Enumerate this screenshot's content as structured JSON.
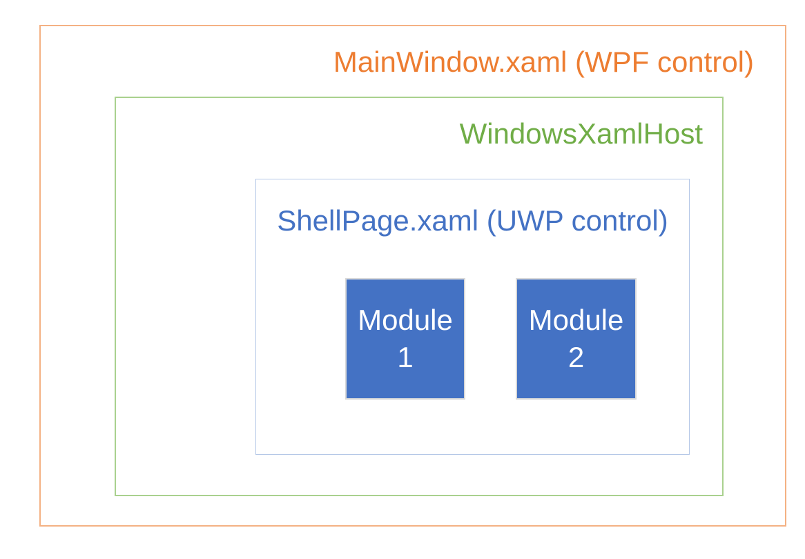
{
  "page": {
    "background_color": "#FFFFFF"
  },
  "diagram": {
    "outer": {
      "label": "MainWindow.xaml (WPF control)",
      "text_color": "#ED7D31",
      "border_color": "#F4B183"
    },
    "host": {
      "label": "WindowsXamlHost",
      "text_color": "#70AD47",
      "border_color": "#A9D18E"
    },
    "shell": {
      "label": "ShellPage.xaml (UWP control)",
      "text_color": "#4472C4",
      "border_color": "#B4C7E7"
    },
    "modules": [
      {
        "line1": "Module",
        "line2": "1",
        "fill_color": "#4472C4",
        "border_color": "#D9D9D9",
        "text_color": "#FFFFFF"
      },
      {
        "line1": "Module",
        "line2": "2",
        "fill_color": "#4472C4",
        "border_color": "#D9D9D9",
        "text_color": "#FFFFFF"
      }
    ]
  }
}
